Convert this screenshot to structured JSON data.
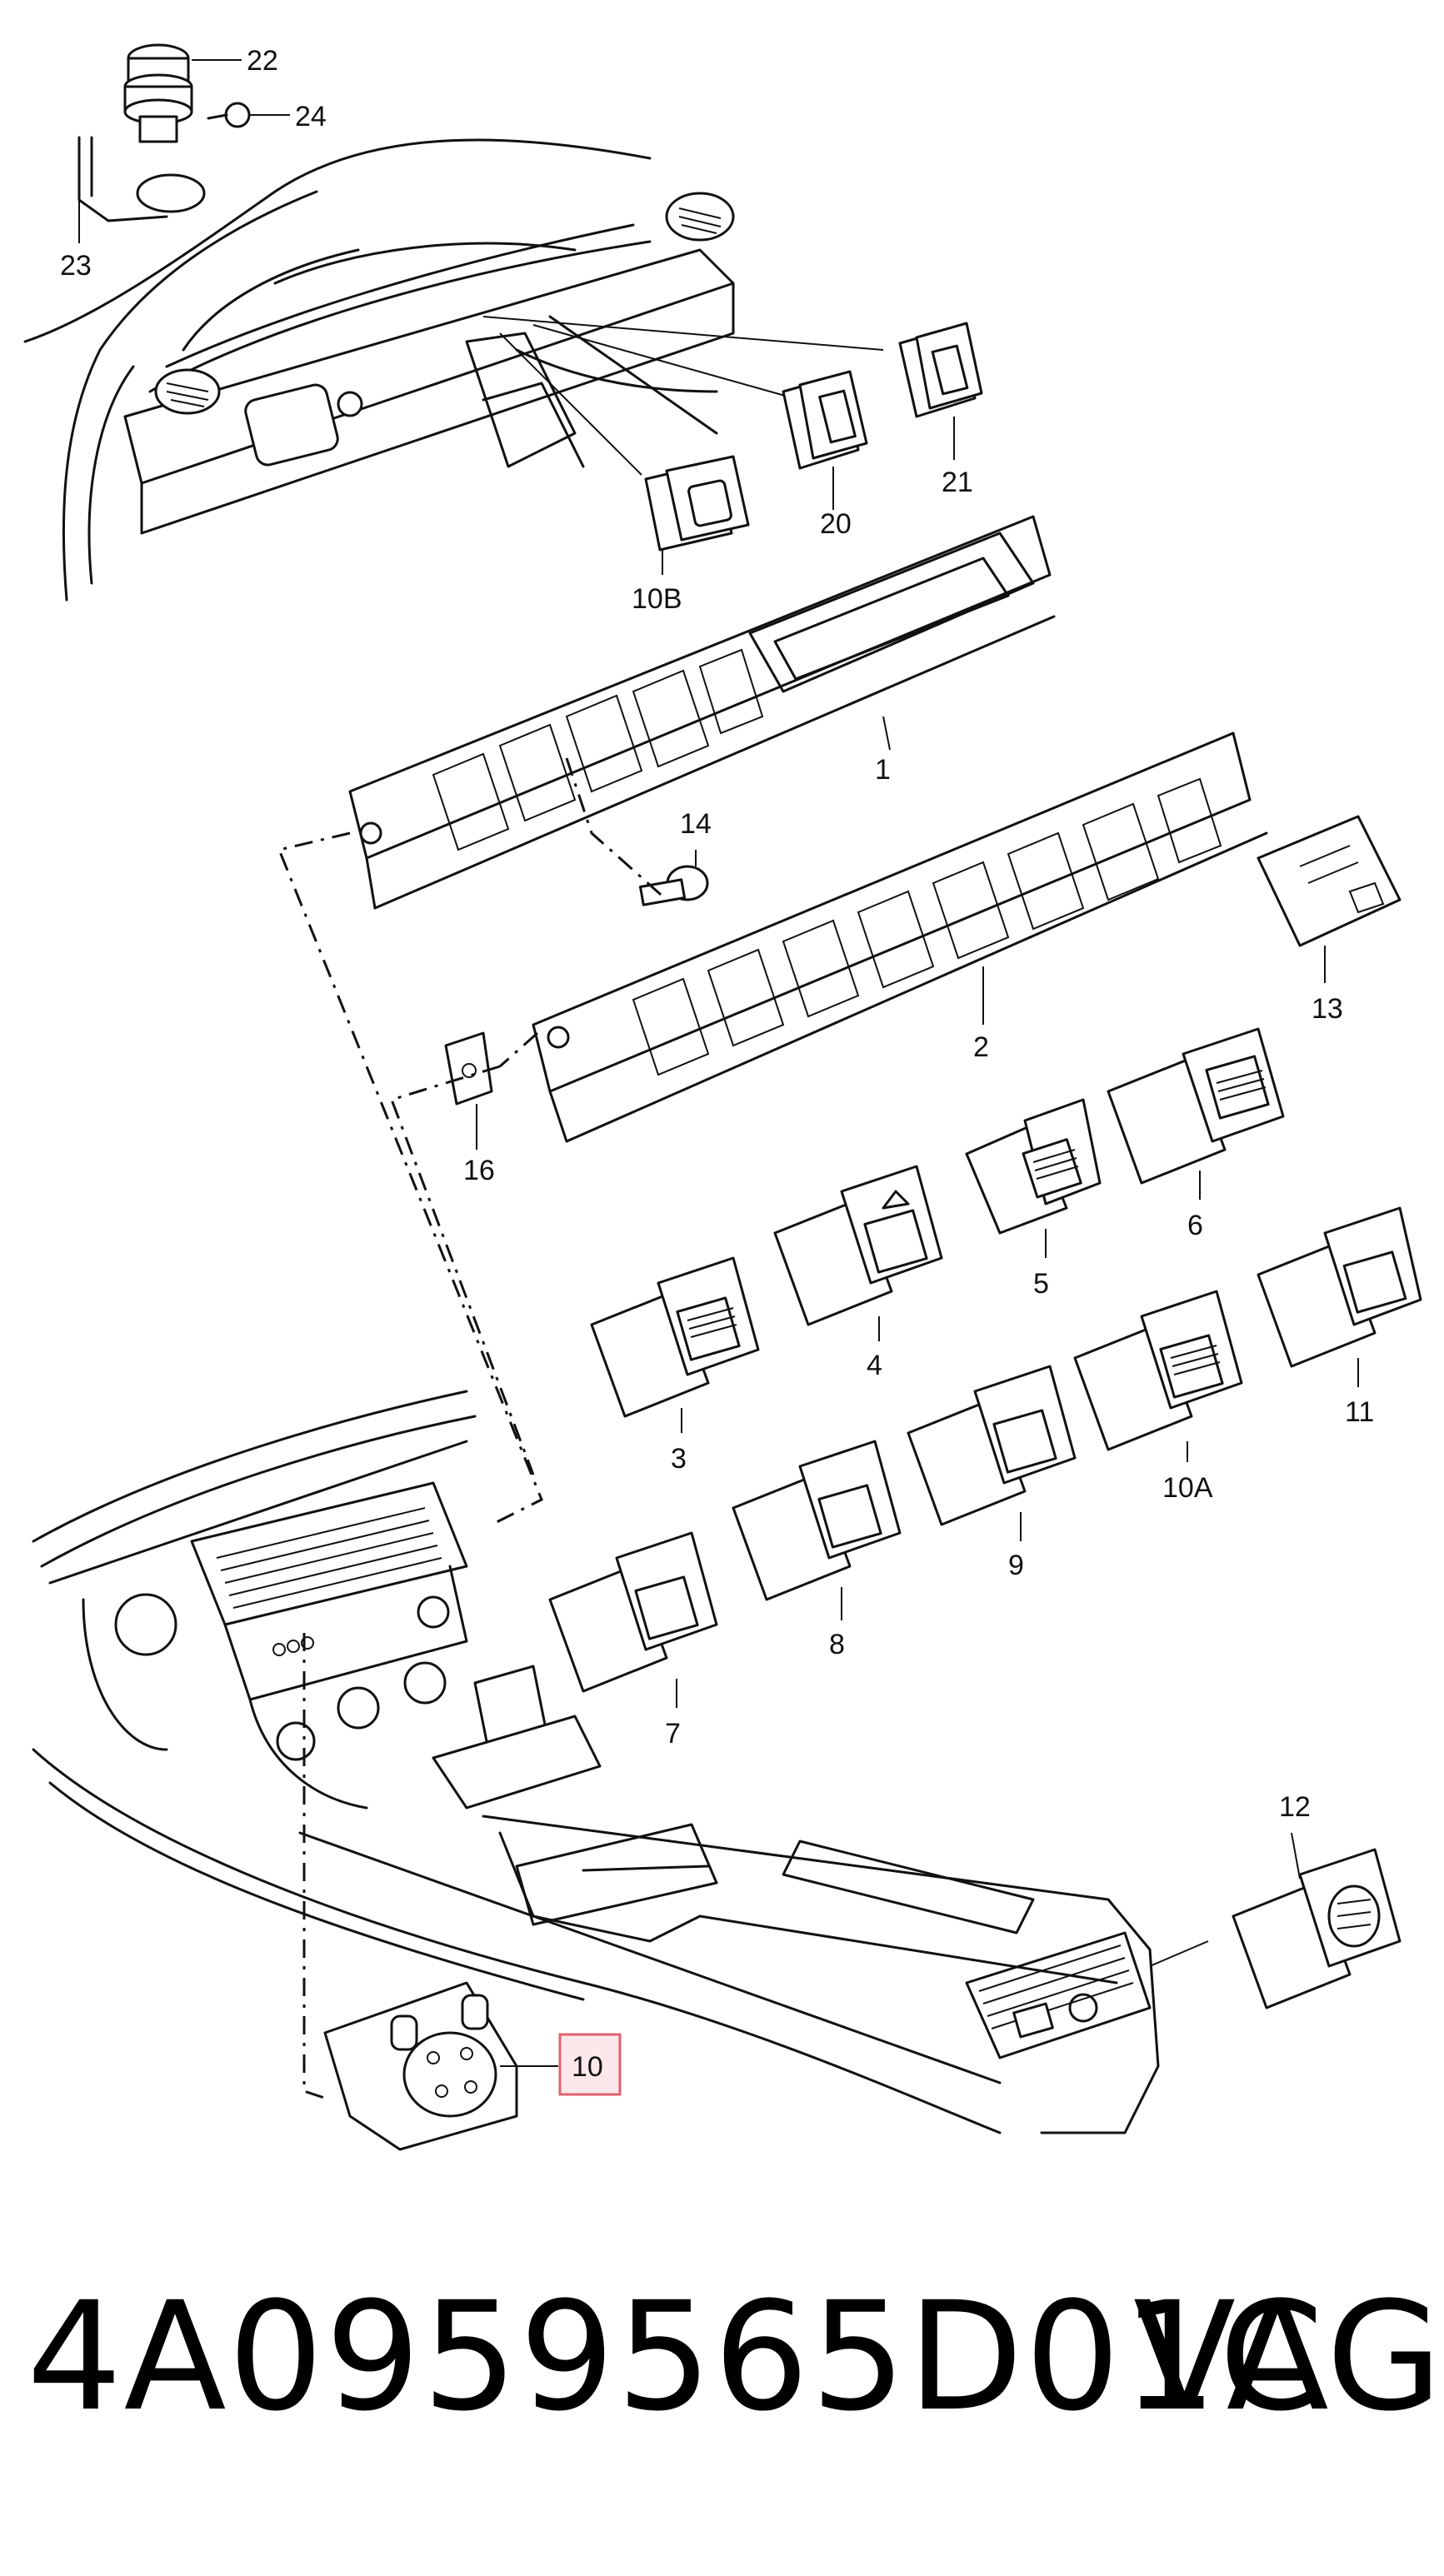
{
  "callouts": {
    "c22": "22",
    "c24": "24",
    "c23": "23",
    "c21": "21",
    "c20": "20",
    "c10b": "10B",
    "c1": "1",
    "c14": "14",
    "c2": "2",
    "c13": "13",
    "c16": "16",
    "c6": "6",
    "c5": "5",
    "c4": "4",
    "c3": "3",
    "c11": "11",
    "c10a": "10A",
    "c9": "9",
    "c8": "8",
    "c7": "7",
    "c12": "12",
    "c10": "10"
  },
  "highlight": {
    "callout": "10",
    "color": "#e06070",
    "fill": "#fde7ea"
  },
  "footer": {
    "part_number": "4A0959565D01C",
    "brand": "VAG"
  }
}
